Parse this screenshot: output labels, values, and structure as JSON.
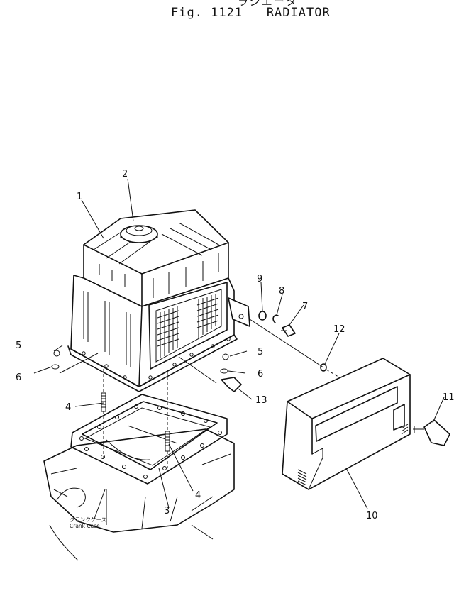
{
  "figure": {
    "title_jp": "ラジエータ",
    "title": "Fig. 1121   RADIATOR"
  },
  "callouts": {
    "c1": "1",
    "c2": "2",
    "c3": "3",
    "c4a": "4",
    "c4b": "4",
    "c5a": "5",
    "c5b": "5",
    "c6a": "6",
    "c6b": "6",
    "c7": "7",
    "c8": "8",
    "c9": "9",
    "c10": "10",
    "c11": "11",
    "c12": "12",
    "c13": "13"
  },
  "notes": {
    "crank_case_jp": "クランクケース",
    "crank_case": "Crank Case"
  }
}
